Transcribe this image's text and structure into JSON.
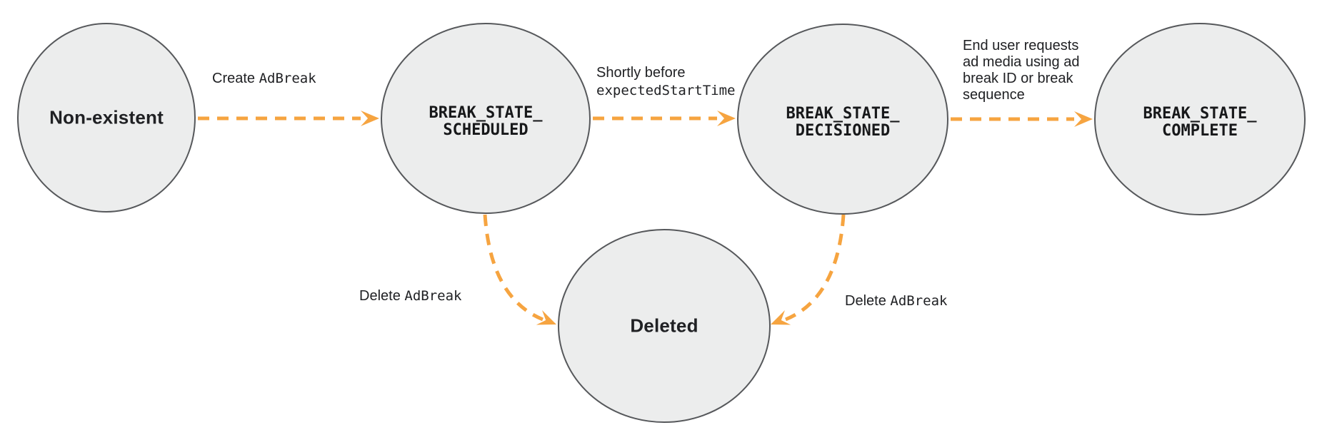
{
  "diagram": {
    "type": "state-diagram",
    "background": "#FFFFFF",
    "colors": {
      "arrow": "#F6A440",
      "node_fill": "#ECEDED",
      "node_border": "#56585B",
      "label_text": "#202124"
    },
    "nodes": {
      "non_existent": {
        "label": "Non-existent"
      },
      "scheduled": {
        "line1": "BREAK_STATE_",
        "line2": "SCHEDULED"
      },
      "decisioned": {
        "line1": "BREAK_STATE_",
        "line2": "DECISIONED"
      },
      "complete": {
        "line1": "BREAK_STATE_",
        "line2": "COMPLETE"
      },
      "deleted": {
        "label": "Deleted"
      }
    },
    "edges": {
      "create": {
        "plain": "Create ",
        "code": "AdBreak"
      },
      "to_decisioned": {
        "line1_plain": "Shortly before",
        "line2_code": "expectedStartTime"
      },
      "to_complete": {
        "lines": [
          "End user requests",
          "ad media using ad",
          "break ID or break",
          "sequence"
        ]
      },
      "delete_left": {
        "plain": "Delete ",
        "code": "AdBreak"
      },
      "delete_right": {
        "plain": "Delete ",
        "code": "AdBreak"
      }
    }
  }
}
